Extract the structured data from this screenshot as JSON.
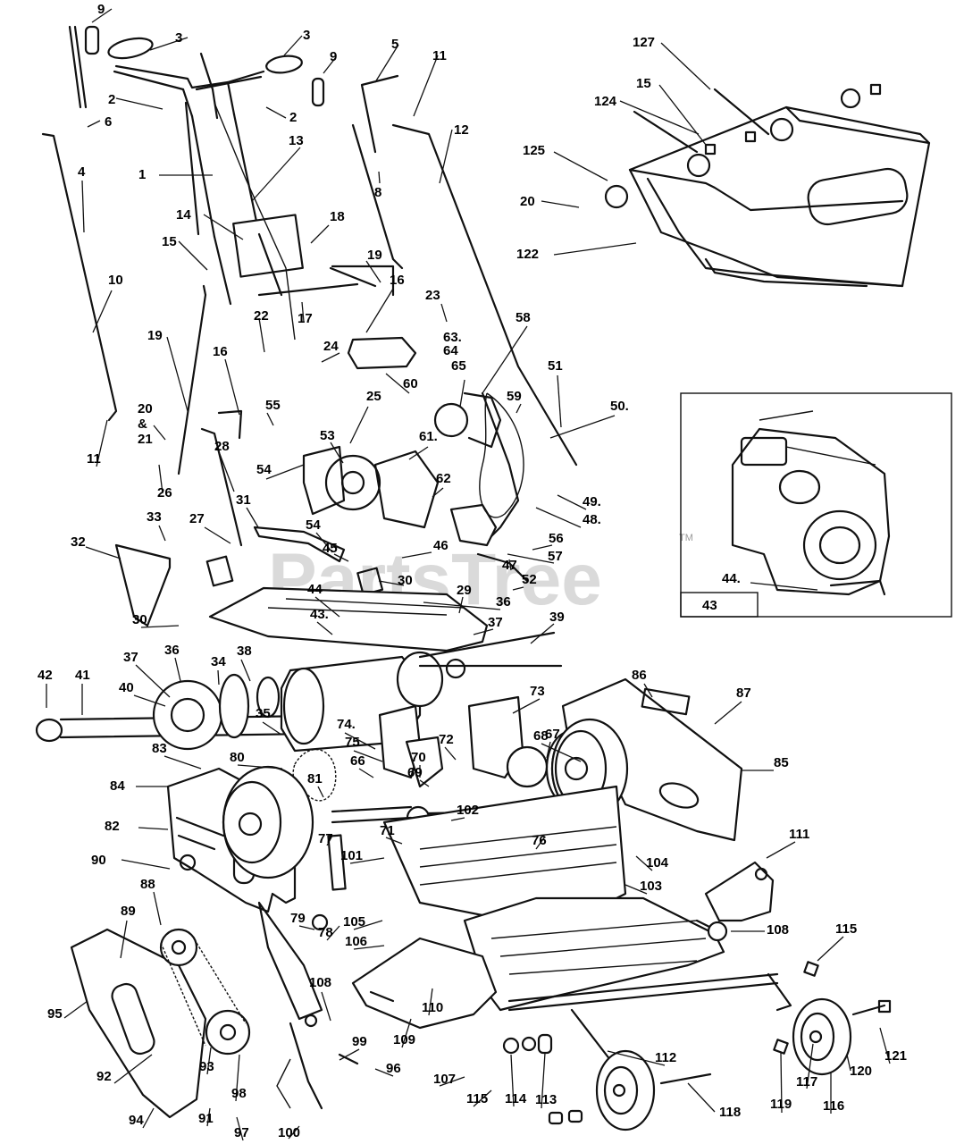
{
  "watermark": {
    "text": "PartsTree",
    "tm": "TM"
  },
  "inset": {
    "label": "43",
    "engine_part": "44."
  },
  "labels": [
    {
      "id": "l1",
      "text": "9"
    },
    {
      "id": "l2",
      "text": "3"
    },
    {
      "id": "l3",
      "text": "3"
    },
    {
      "id": "l4",
      "text": "9"
    },
    {
      "id": "l5",
      "text": "5"
    },
    {
      "id": "l6",
      "text": "11"
    },
    {
      "id": "l7",
      "text": "127"
    },
    {
      "id": "l8",
      "text": "2"
    },
    {
      "id": "l9",
      "text": "6"
    },
    {
      "id": "l10",
      "text": "2"
    },
    {
      "id": "l11",
      "text": "13"
    },
    {
      "id": "l12",
      "text": "12"
    },
    {
      "id": "l13",
      "text": "124"
    },
    {
      "id": "l14",
      "text": "15"
    },
    {
      "id": "l15",
      "text": "4"
    },
    {
      "id": "l16",
      "text": "1"
    },
    {
      "id": "l17",
      "text": "8"
    },
    {
      "id": "l18",
      "text": "125"
    },
    {
      "id": "l19",
      "text": "20"
    },
    {
      "id": "l20",
      "text": "14"
    },
    {
      "id": "l21",
      "text": "18"
    },
    {
      "id": "l22",
      "text": "122"
    },
    {
      "id": "l23",
      "text": "15"
    },
    {
      "id": "l24",
      "text": "19"
    },
    {
      "id": "l25",
      "text": "10"
    },
    {
      "id": "l26",
      "text": "16"
    },
    {
      "id": "l27",
      "text": "17"
    },
    {
      "id": "l28",
      "text": "23"
    },
    {
      "id": "l29",
      "text": "22"
    },
    {
      "id": "l30",
      "text": "19"
    },
    {
      "id": "l31",
      "text": "16"
    },
    {
      "id": "l32",
      "text": "58"
    },
    {
      "id": "l33",
      "text": "24"
    },
    {
      "id": "l34",
      "text": "63."
    },
    {
      "id": "l35",
      "text": "64"
    },
    {
      "id": "l36",
      "text": "65"
    },
    {
      "id": "l37",
      "text": "51"
    },
    {
      "id": "l38",
      "text": "25"
    },
    {
      "id": "l39",
      "text": "60"
    },
    {
      "id": "l40",
      "text": "59"
    },
    {
      "id": "l41",
      "text": "20"
    },
    {
      "id": "l42",
      "text": "&"
    },
    {
      "id": "l43",
      "text": "21"
    },
    {
      "id": "l44",
      "text": "55"
    },
    {
      "id": "l45",
      "text": "50."
    },
    {
      "id": "l46",
      "text": "28"
    },
    {
      "id": "l47",
      "text": "11"
    },
    {
      "id": "l48",
      "text": "53"
    },
    {
      "id": "l49",
      "text": "61."
    },
    {
      "id": "l50",
      "text": "26"
    },
    {
      "id": "l51",
      "text": "54"
    },
    {
      "id": "l52",
      "text": "62"
    },
    {
      "id": "l53",
      "text": "49."
    },
    {
      "id": "l54",
      "text": "27"
    },
    {
      "id": "l55",
      "text": "48."
    },
    {
      "id": "l56",
      "text": "54"
    },
    {
      "id": "l57",
      "text": "33"
    },
    {
      "id": "l58",
      "text": "31"
    },
    {
      "id": "l59",
      "text": "56"
    },
    {
      "id": "l60",
      "text": "32"
    },
    {
      "id": "l61",
      "text": "57"
    },
    {
      "id": "l62",
      "text": "45"
    },
    {
      "id": "l63",
      "text": "46"
    },
    {
      "id": "l64",
      "text": "47"
    },
    {
      "id": "l65",
      "text": "30"
    },
    {
      "id": "l66",
      "text": "52"
    },
    {
      "id": "l67",
      "text": "44"
    },
    {
      "id": "l68",
      "text": "29"
    },
    {
      "id": "l69",
      "text": "36"
    },
    {
      "id": "l70",
      "text": "39"
    },
    {
      "id": "l71",
      "text": "30"
    },
    {
      "id": "l72",
      "text": "43."
    },
    {
      "id": "l73",
      "text": "37"
    },
    {
      "id": "l74",
      "text": "36"
    },
    {
      "id": "l75",
      "text": "34"
    },
    {
      "id": "l76",
      "text": "38"
    },
    {
      "id": "l77",
      "text": "37"
    },
    {
      "id": "l78",
      "text": "86"
    },
    {
      "id": "l79",
      "text": "42"
    },
    {
      "id": "l80",
      "text": "41"
    },
    {
      "id": "l81",
      "text": "40"
    },
    {
      "id": "l82",
      "text": "87"
    },
    {
      "id": "l83",
      "text": "73"
    },
    {
      "id": "l84",
      "text": "35"
    },
    {
      "id": "l85",
      "text": "74."
    },
    {
      "id": "l86",
      "text": "68"
    },
    {
      "id": "l87",
      "text": "75"
    },
    {
      "id": "l88",
      "text": "72"
    },
    {
      "id": "l89",
      "text": "67"
    },
    {
      "id": "l90",
      "text": "83"
    },
    {
      "id": "l91",
      "text": "80"
    },
    {
      "id": "l92",
      "text": "70"
    },
    {
      "id": "l93",
      "text": "66"
    },
    {
      "id": "l94",
      "text": "85"
    },
    {
      "id": "l95",
      "text": "84"
    },
    {
      "id": "l96",
      "text": "81"
    },
    {
      "id": "l97",
      "text": "69"
    },
    {
      "id": "l98",
      "text": "102"
    },
    {
      "id": "l99",
      "text": "82"
    },
    {
      "id": "l100",
      "text": "71"
    },
    {
      "id": "l101",
      "text": "76"
    },
    {
      "id": "l102",
      "text": "77"
    },
    {
      "id": "l103",
      "text": "90"
    },
    {
      "id": "l104",
      "text": "101"
    },
    {
      "id": "l105",
      "text": "104"
    },
    {
      "id": "l106",
      "text": "111"
    },
    {
      "id": "l107",
      "text": "103"
    },
    {
      "id": "l108",
      "text": "88"
    },
    {
      "id": "l109",
      "text": "79"
    },
    {
      "id": "l110",
      "text": "78"
    },
    {
      "id": "l111",
      "text": "89"
    },
    {
      "id": "l112",
      "text": "105"
    },
    {
      "id": "l113",
      "text": "108"
    },
    {
      "id": "l114",
      "text": "115"
    },
    {
      "id": "l115",
      "text": "106"
    },
    {
      "id": "l116",
      "text": "95"
    },
    {
      "id": "l117",
      "text": "108"
    },
    {
      "id": "l118",
      "text": "110"
    },
    {
      "id": "l119",
      "text": "109"
    },
    {
      "id": "l120",
      "text": "112"
    },
    {
      "id": "l121",
      "text": "121"
    },
    {
      "id": "l122",
      "text": "92"
    },
    {
      "id": "l123",
      "text": "93"
    },
    {
      "id": "l124",
      "text": "99"
    },
    {
      "id": "l125",
      "text": "96"
    },
    {
      "id": "l126",
      "text": "107"
    },
    {
      "id": "l127",
      "text": "120"
    },
    {
      "id": "l128",
      "text": "98"
    },
    {
      "id": "l129",
      "text": "115"
    },
    {
      "id": "l130",
      "text": "114"
    },
    {
      "id": "l131",
      "text": "113"
    },
    {
      "id": "l132",
      "text": "118"
    },
    {
      "id": "l133",
      "text": "119"
    },
    {
      "id": "l134",
      "text": "117"
    },
    {
      "id": "l135",
      "text": "116"
    },
    {
      "id": "l136",
      "text": "94"
    },
    {
      "id": "l137",
      "text": "91"
    },
    {
      "id": "l138",
      "text": "97"
    },
    {
      "id": "l139",
      "text": "100"
    }
  ]
}
